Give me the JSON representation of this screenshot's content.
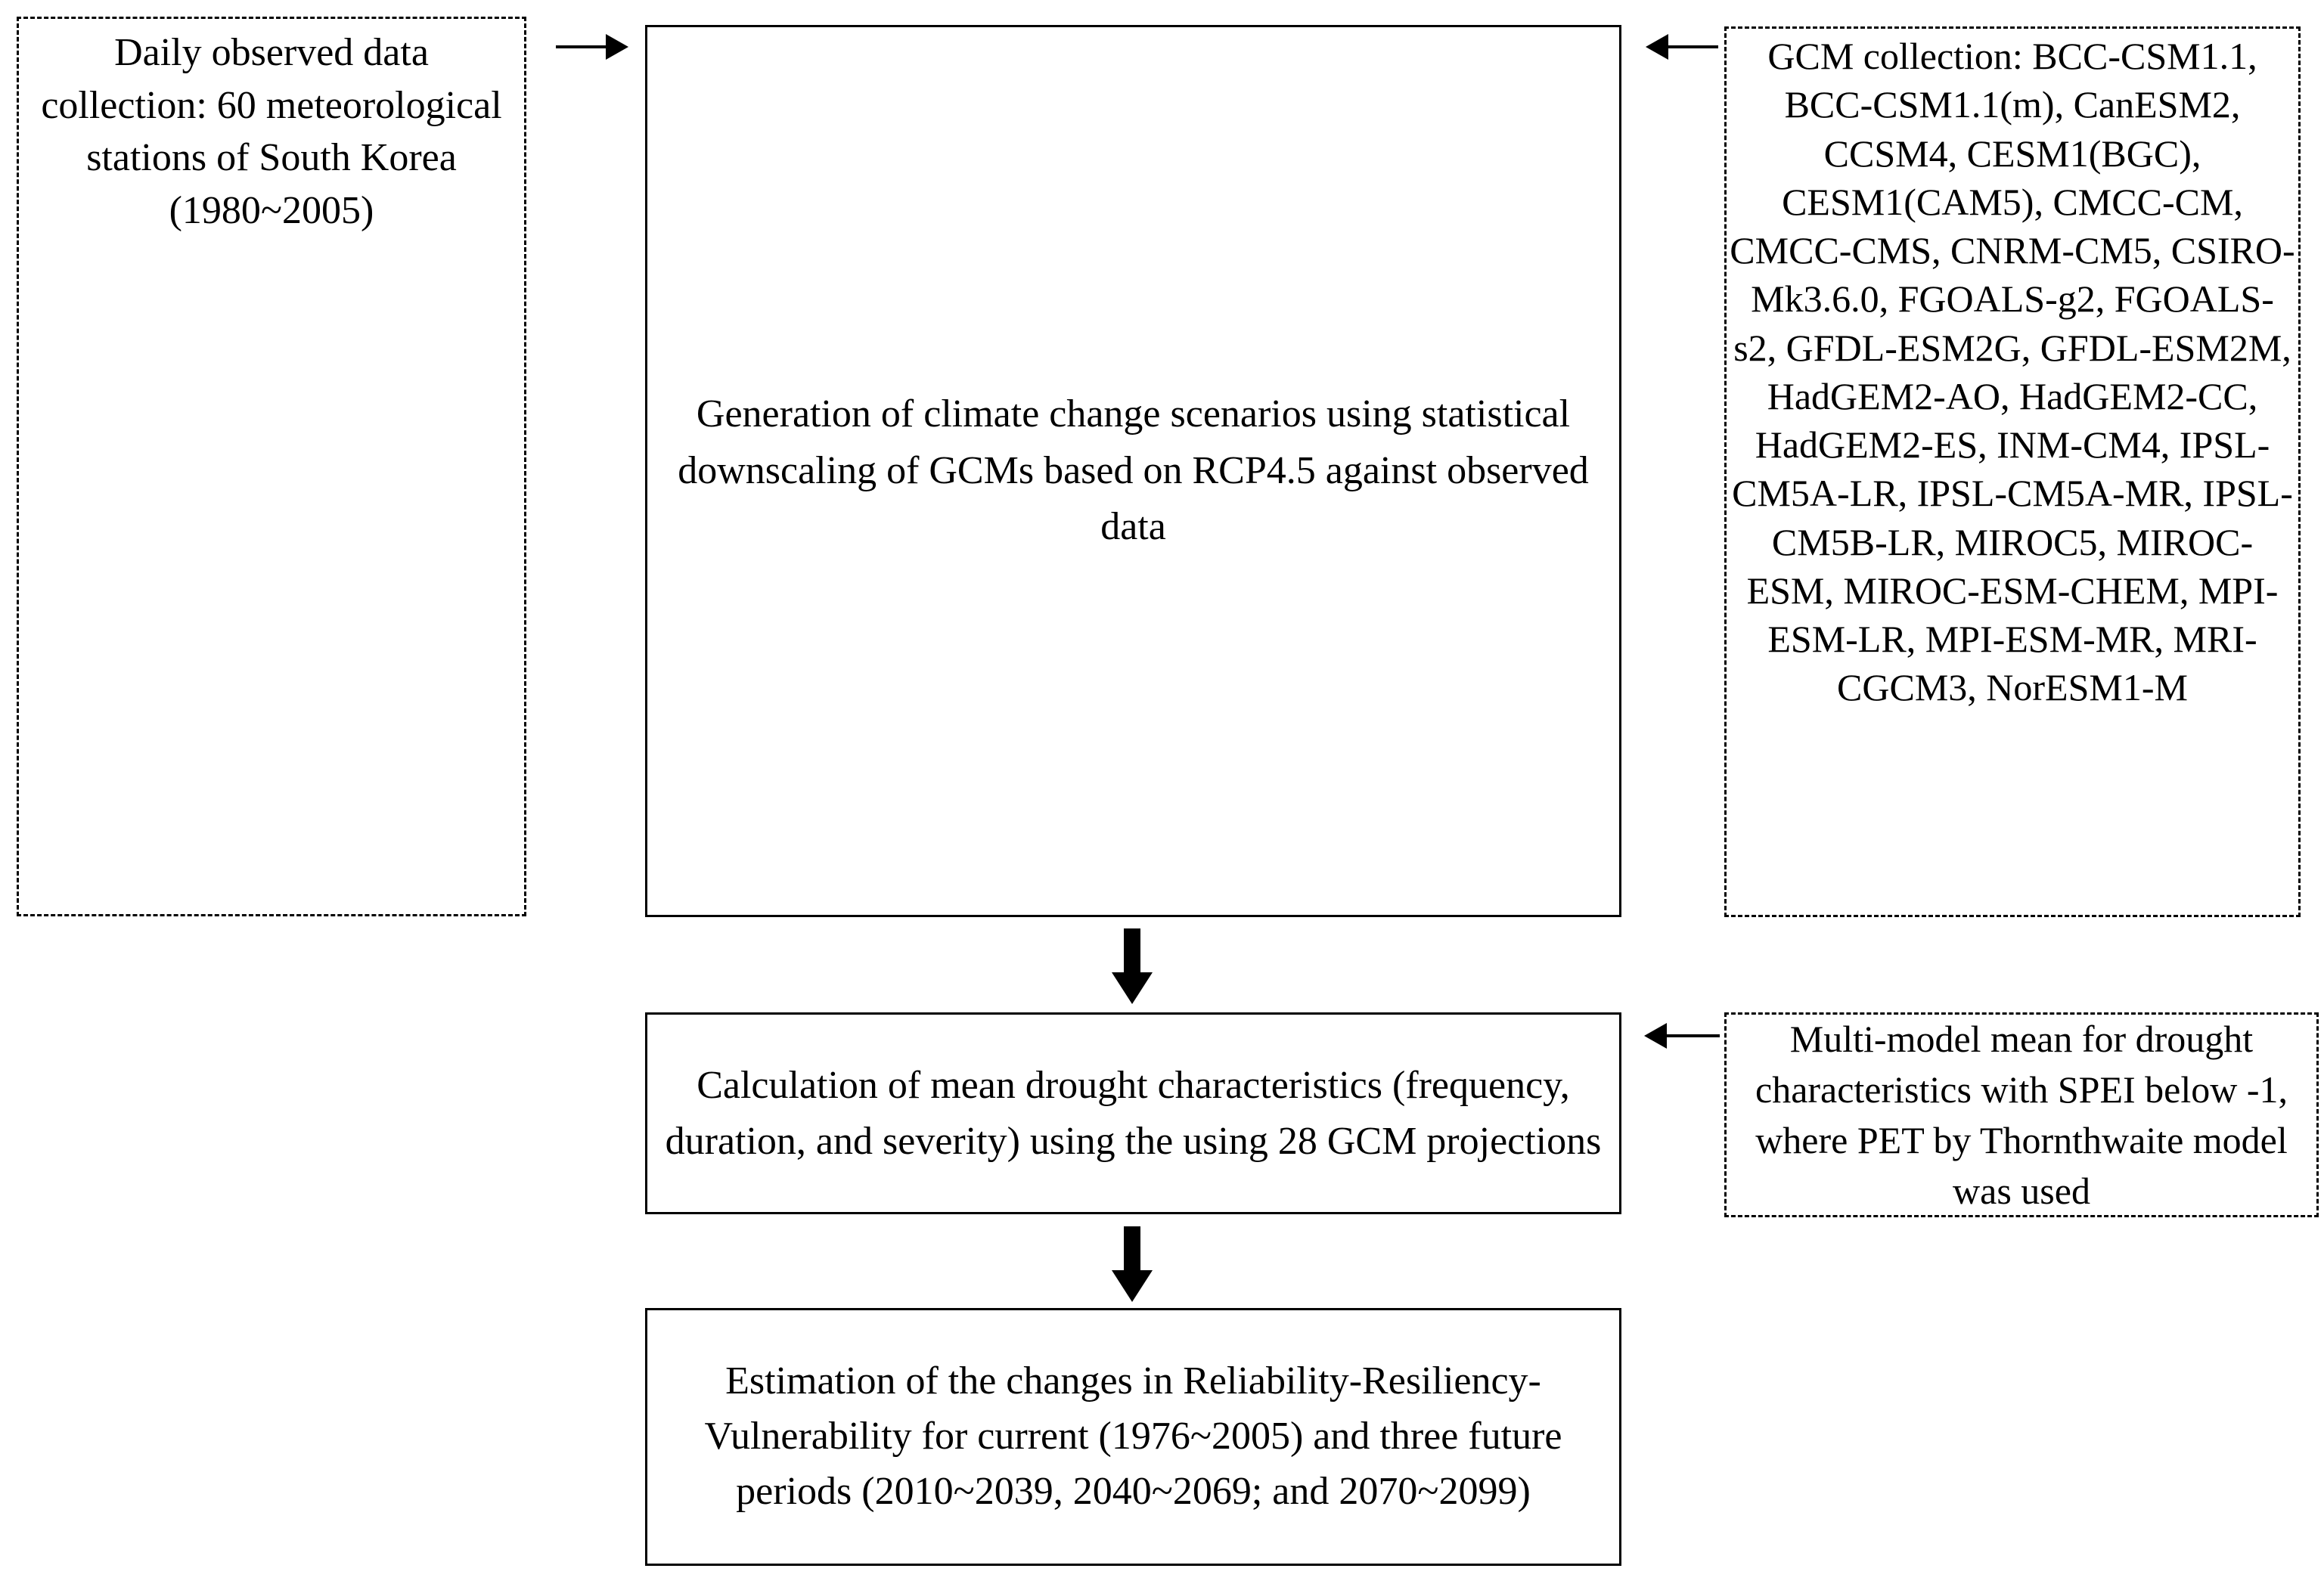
{
  "flowchart": {
    "boxes": {
      "observed_data": {
        "text": "Daily observed data collection: 60 meteorological stations of South Korea (1980~2005)",
        "style": "dashed"
      },
      "scenarios": {
        "text": "Generation of climate change scenarios using statistical downscaling of GCMs based on RCP4.5 against observed data",
        "style": "solid"
      },
      "gcm_collection": {
        "text": "GCM collection: BCC-CSM1.1, BCC-CSM1.1(m), CanESM2, CCSM4, CESM1(BGC), CESM1(CAM5), CMCC-CM, CMCC-CMS, CNRM-CM5, CSIRO-Mk3.6.0, FGOALS-g2, FGOALS-s2, GFDL-ESM2G, GFDL-ESM2M, HadGEM2-AO, HadGEM2-CC, HadGEM2-ES, INM-CM4, IPSL-CM5A-LR, IPSL-CM5A-MR, IPSL-CM5B-LR, MIROC5, MIROC-ESM, MIROC-ESM-CHEM, MPI-ESM-LR, MPI-ESM-MR, MRI-CGCM3, NorESM1-M",
        "style": "dashed",
        "models": [
          "BCC-CSM1.1",
          "BCC-CSM1.1(m)",
          "CanESM2",
          "CCSM4",
          "CESM1(BGC)",
          "CESM1(CAM5)",
          "CMCC-CM",
          "CMCC-CMS",
          "CNRM-CM5",
          "CSIRO-Mk3.6.0",
          "FGOALS-g2",
          "FGOALS-s2",
          "GFDL-ESM2G",
          "GFDL-ESM2M",
          "HadGEM2-AO",
          "HadGEM2-CC",
          "HadGEM2-ES",
          "INM-CM4",
          "IPSL-CM5A-LR",
          "IPSL-CM5A-MR",
          "IPSL-CM5B-LR",
          "MIROC5",
          "MIROC-ESM",
          "MIROC-ESM-CHEM",
          "MPI-ESM-LR",
          "MPI-ESM-MR",
          "MRI-CGCM3",
          "NorESM1-M"
        ]
      },
      "drought_characteristics": {
        "text": "Calculation of mean drought characteristics (frequency, duration, and severity) using the using 28 GCM projections",
        "style": "solid"
      },
      "multi_model_mean": {
        "text": "Multi-model mean for drought characteristics with SPEI below -1, where PET by Thornthwaite model was used",
        "style": "dashed"
      },
      "rrv_estimation": {
        "text": "Estimation of the changes in Reliability-Resiliency-Vulnerability for current (1976~2005) and three future periods (2010~2039, 2040~2069; and 2070~2099)",
        "style": "solid"
      }
    },
    "arrows": {
      "observed_to_scenarios": "arrow-right-icon",
      "gcm_to_scenarios": "arrow-left-icon",
      "scenarios_to_drought": "arrow-down-icon",
      "multimodel_to_drought": "arrow-left-icon",
      "drought_to_rrv": "arrow-down-icon"
    },
    "colors": {
      "stroke": "#000000",
      "background": "#ffffff"
    }
  }
}
